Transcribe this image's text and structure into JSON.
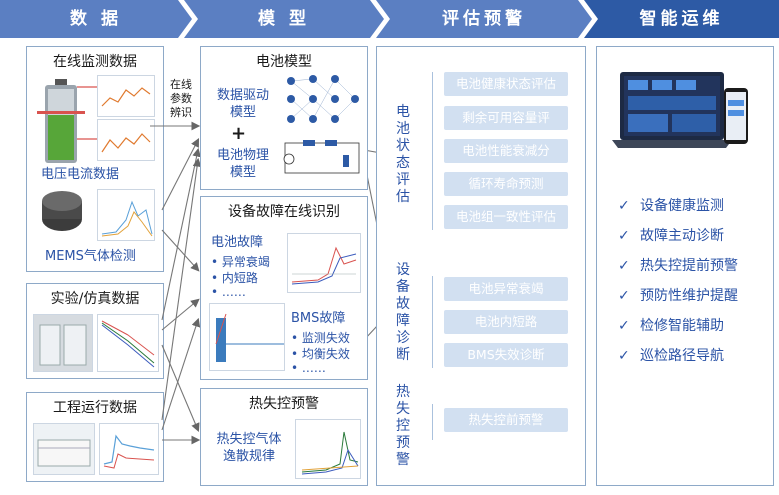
{
  "stages": [
    "数 据",
    "模 型",
    "评估预警",
    "智能运维"
  ],
  "colors": {
    "stage_blue": "#5b7fc2",
    "stage_dark": "#2d5aa5",
    "pill": "#d2e0f1",
    "text_blue": "#2b53a6",
    "border": "#8ea9c8"
  },
  "data_col": {
    "online": {
      "title": "在线监测数据",
      "voltage_label": "电压电流数据",
      "mems_label": "MEMS气体检测"
    },
    "experiment": {
      "title": "实验/仿真数据"
    },
    "engineering": {
      "title": "工程运行数据"
    },
    "arrow_label": "在线\n参数\n辨识"
  },
  "model_col": {
    "battery_model": {
      "title": "电池模型",
      "data_driven": "数据驱动\n模型",
      "plus": "+",
      "physical": "电池物理\n模型"
    },
    "fault": {
      "title": "设备故障在线识别",
      "battery_fault": "电池故障",
      "battery_items": [
        "• 异常衰竭",
        "• 内短路",
        "• ……"
      ],
      "bms_fault": "BMS故障",
      "bms_items": [
        "• 监测失效",
        "• 均衡失效",
        "• ……"
      ]
    },
    "thermal": {
      "title": "热失控预警",
      "gas": "热失控气体\n逸散规律"
    }
  },
  "eval_col": {
    "state_eval": {
      "label": "电池状态评估",
      "items": [
        "电池健康状态评估",
        "剩余可用容量评",
        "电池性能衰减分",
        "循环寿命预测",
        "电池组一致性评估"
      ]
    },
    "fault_diag": {
      "label": "设备故障诊断",
      "items": [
        "电池异常衰竭",
        "电池内短路",
        "BMS失效诊断"
      ]
    },
    "thermal_warn": {
      "label": "热失控预警",
      "items": [
        "热失控前预警"
      ]
    }
  },
  "ops_col": {
    "items": [
      "设备健康监测",
      "故障主动诊断",
      "热失控提前预警",
      "预防性维护提醒",
      "检修智能辅助",
      "巡检路径导航"
    ]
  }
}
